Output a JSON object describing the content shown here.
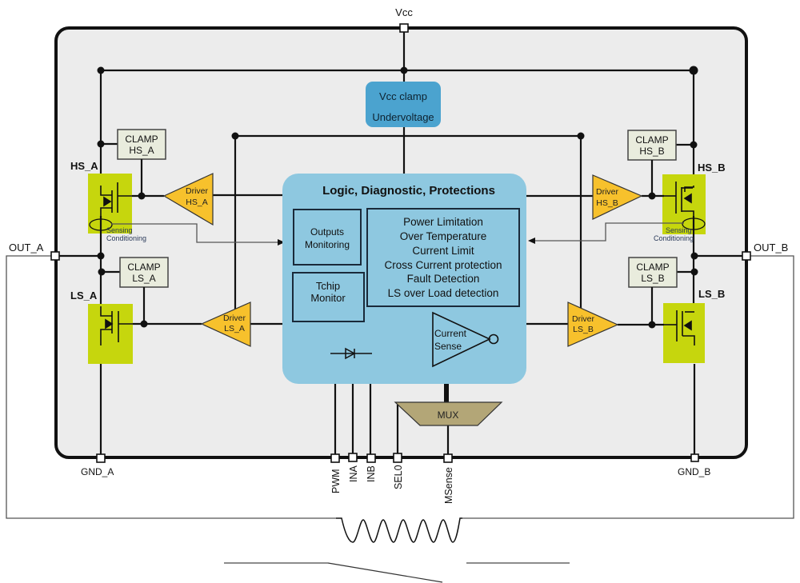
{
  "diagram": {
    "supply_pin": "Vcc",
    "vcc_block": {
      "line1": "Vcc clamp",
      "line2": "Undervoltage",
      "color": "#4ba3cf"
    },
    "logic_block": {
      "title": "Logic, Diagnostic, Protections",
      "color": "#8ec8e0",
      "outputs_monitoring": [
        "Outputs",
        "Monitoring"
      ],
      "tchip_monitor": [
        "Tchip",
        "Monitor"
      ],
      "protections": [
        "Power Limitation",
        "Over Temperature",
        "Current Limit",
        "Cross Current protection",
        "Fault Detection",
        "LS over Load detection"
      ],
      "current_sense": [
        "Current",
        "Sense"
      ]
    },
    "transistors": {
      "hs_a": "HS_A",
      "hs_b": "HS_B",
      "ls_a": "LS_A",
      "ls_b": "LS_B"
    },
    "clamps": {
      "hs_a": [
        "CLAMP",
        "HS_A"
      ],
      "hs_b": [
        "CLAMP",
        "HS_B"
      ],
      "ls_a": [
        "CLAMP",
        "LS_A"
      ],
      "ls_b": [
        "CLAMP",
        "LS_B"
      ]
    },
    "drivers": {
      "hs_a": [
        "Driver",
        "HS_A"
      ],
      "hs_b": [
        "Driver",
        "HS_B"
      ],
      "ls_a": [
        "Driver",
        "LS_A"
      ],
      "ls_b": [
        "Driver",
        "LS_B"
      ]
    },
    "sensing": [
      "Sensing",
      "Conditioning"
    ],
    "outputs": {
      "a": "OUT_A",
      "b": "OUT_B"
    },
    "grounds": {
      "a": "GND_A",
      "b": "GND_B"
    },
    "control_pins": [
      "PWM",
      "INA",
      "INB",
      "SEL0",
      "MSense"
    ],
    "mux": "MUX",
    "colors": {
      "fet": "#c6d60d",
      "driver": "#f7c12c",
      "mux": "#b3a677",
      "chip": "#ececec"
    }
  }
}
